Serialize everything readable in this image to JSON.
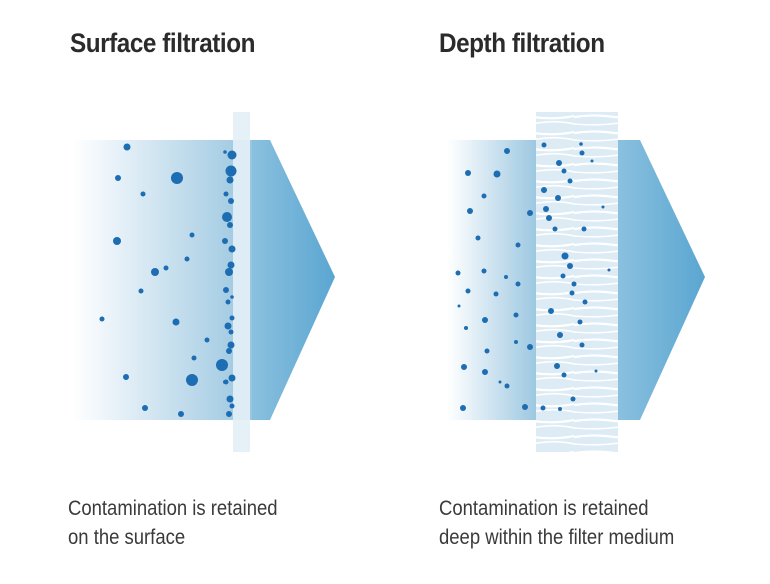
{
  "panels": [
    {
      "id": "surface",
      "title": "Surface filtration",
      "caption_lines": [
        "Contamination is retained",
        "on the surface"
      ]
    },
    {
      "id": "depth",
      "title": "Depth filtration",
      "caption_lines": [
        "Contamination is retained",
        "deep within the filter medium"
      ]
    }
  ],
  "colors": {
    "title_text": "#2b2b2b",
    "caption_text": "#3a3a3a",
    "flow_light": "#f4f9fc",
    "flow_dark": "#9cc7e1",
    "arrow_light": "#86bede",
    "arrow_dark": "#5ea8d2",
    "particle": "#1d6db3",
    "filter": "#d6e8f2"
  }
}
